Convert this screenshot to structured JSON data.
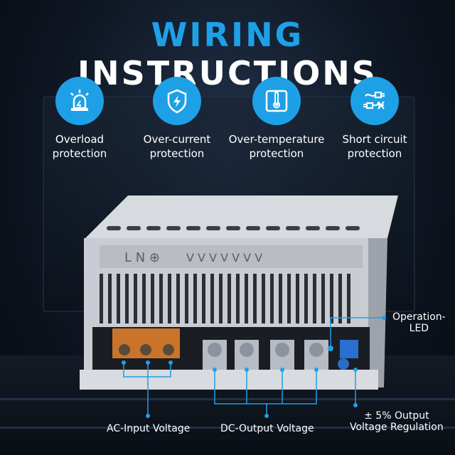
{
  "title": {
    "accent": "WIRING",
    "rest": "INSTRUCTIONS"
  },
  "features": [
    {
      "icon": "alarm-light-icon",
      "line1": "Overload",
      "line2": "protection"
    },
    {
      "icon": "shield-bolt-icon",
      "line1": "Over-current",
      "line2": "protection"
    },
    {
      "icon": "thermometer-icon",
      "line1": "Over-temperature",
      "line2": "protection"
    },
    {
      "icon": "plug-short-icon",
      "line1": "Short circuit",
      "line2": "protection"
    }
  ],
  "callouts": {
    "operation_led": {
      "line1": "Operation-",
      "line2": "LED"
    },
    "ac_input": "AC-Input Voltage",
    "dc_output": "DC-Output Voltage",
    "voltage_reg": {
      "line1": "± 5% Output",
      "line2": "Voltage Regulation"
    }
  },
  "terminal_labels": {
    "left": "L N ⊕",
    "right": "V V V V V V V"
  },
  "colors": {
    "accent": "#1ea0e6",
    "background": "#0b1018",
    "chassis": "#c9cdd3"
  }
}
